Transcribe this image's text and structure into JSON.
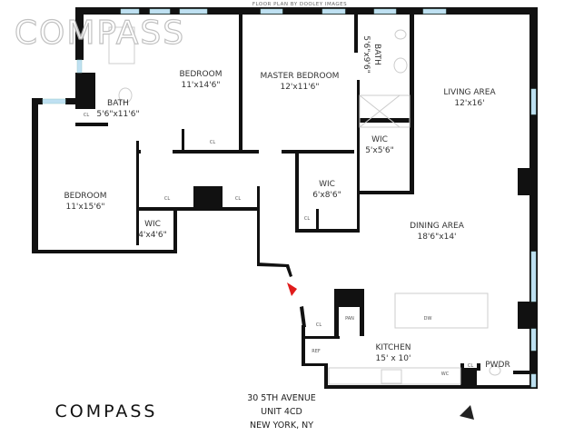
{
  "credit": "FLOOR PLAN BY DOOLEY IMAGES",
  "watermark": "COMPASS",
  "logo": "COMPASS",
  "rooms": {
    "bedroom1": {
      "name": "BEDROOM",
      "size": "11'x14'6\""
    },
    "master": {
      "name": "MASTER BEDROOM",
      "size": "12'x11'6\""
    },
    "bath_master": {
      "name": "BATH",
      "size": "5'6\"x9'6\""
    },
    "living": {
      "name": "LIVING AREA",
      "size": "12'x16'"
    },
    "bath2": {
      "name": "BATH",
      "size": "5'6\"x11'6\""
    },
    "bedroom2": {
      "name": "BEDROOM",
      "size": "11'x15'6\""
    },
    "wic_small": {
      "name": "WIC",
      "size": "4'x4'6\""
    },
    "wic_master": {
      "name": "WIC",
      "size": "6'x8'6\""
    },
    "wic_bath": {
      "name": "WIC",
      "size": "5'x5'6\""
    },
    "dining": {
      "name": "DINING AREA",
      "size": "18'6\"x14'"
    },
    "kitchen": {
      "name": "KITCHEN",
      "size": "15' x 10'"
    },
    "powder": {
      "name": "PWDR"
    }
  },
  "fixtures": {
    "cl": "CL",
    "ref": "REF",
    "pan": "PAN",
    "dw": "DW",
    "wc": "WC"
  },
  "address": {
    "line1": "30 5TH AVENUE",
    "line2": "UNIT 4CD",
    "line3": "NEW YORK, NY"
  },
  "colors": {
    "entry_marker": "#e01b1b",
    "window": "#bfe0f2",
    "wall": "#111111"
  }
}
